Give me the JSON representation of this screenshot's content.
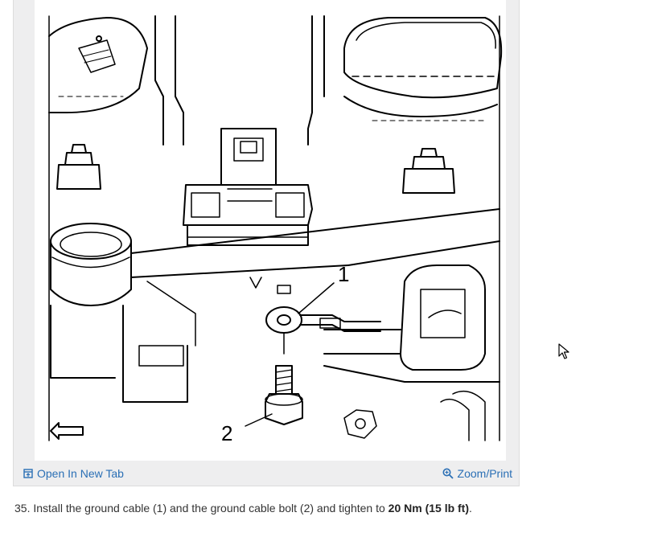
{
  "figure": {
    "callout_1": "1",
    "callout_2": "2"
  },
  "toolbar": {
    "open_new_tab_label": "Open In New Tab",
    "open_new_tab_icon": "open-in-new-tab-icon",
    "zoom_print_label": "Zoom/Print",
    "zoom_print_icon": "magnifier-icon"
  },
  "step": {
    "number": "35.",
    "text_before": "Install the ground cable (1) and the ground cable bolt (2) and tighten to",
    "torque_bold": "20 Nm (15 lb ft)",
    "text_after": "."
  },
  "colors": {
    "link": "#2a6fb5",
    "card_background": "#eeeeef",
    "text": "#333333"
  }
}
